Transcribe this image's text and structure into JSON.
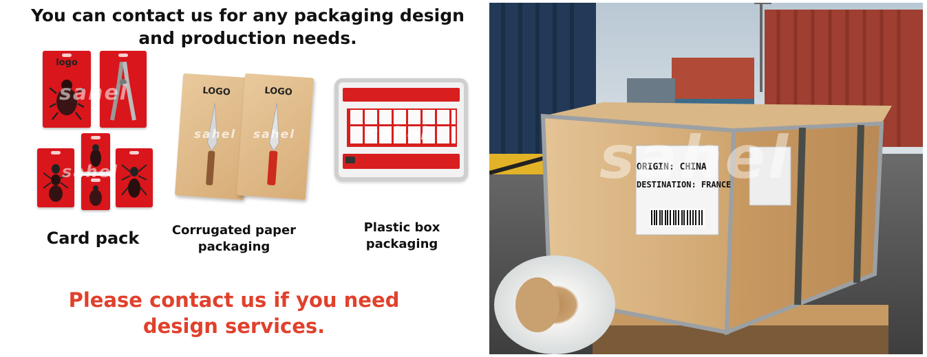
{
  "heading": {
    "line1": "You can contact us for any packaging design",
    "line2": "and production needs."
  },
  "products": [
    {
      "label": "Card pack"
    },
    {
      "label_line1": "Corrugated paper",
      "label_line2": "packaging"
    },
    {
      "label_line1": "Plastic box",
      "label_line2": "packaging"
    }
  ],
  "card_logo_text": "logo",
  "kraft_logo_text": "LOGO",
  "watermark": "sahel",
  "cta": {
    "line1": "Please contact us if you need",
    "line2": "design services."
  },
  "label": {
    "origin": "ORIGIN: CHINA",
    "destination": "DESTINATION: FRANCE"
  },
  "colors": {
    "accent_red": "#e0412c",
    "card_red": "#d9161b"
  }
}
